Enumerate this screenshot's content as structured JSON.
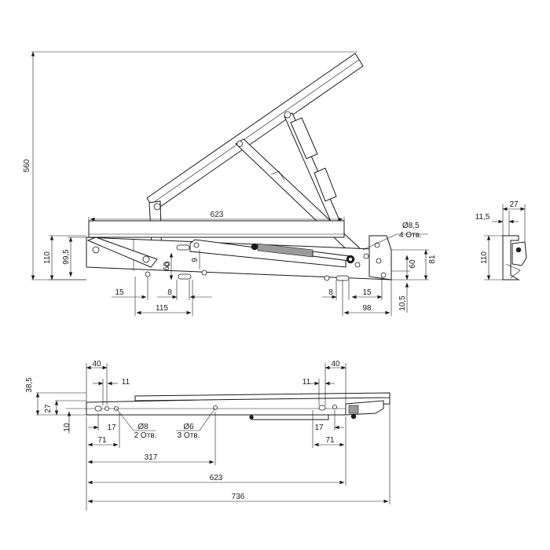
{
  "dims": {
    "top_height": "560",
    "top_110": "110",
    "top_99_5": "99,5",
    "top_623": "623",
    "top_60_left": "60",
    "top_9": "9",
    "top_15_left": "15",
    "top_8_left": "8",
    "top_115": "115",
    "top_hole_dia": "Ø8,5",
    "top_hole_count": "4 Отв.",
    "top_81": "81",
    "top_60_right": "60",
    "top_8_right": "8",
    "top_15_right": "15",
    "top_98": "98",
    "top_10_5": "10,5",
    "side_11_5": "11,5",
    "side_27": "27",
    "side_110": "110",
    "bot_38_5": "38,5",
    "bot_27": "27",
    "bot_10": "10",
    "bot_40_left": "40",
    "bot_11_left": "11",
    "bot_17_left": "17",
    "bot_71_left": "71",
    "bot_hole8_dia": "Ø8",
    "bot_hole8_count": "2 Отв.",
    "bot_hole6_dia": "Ø6",
    "bot_hole6_count": "3 Отв.",
    "bot_317": "317",
    "bot_623": "623",
    "bot_736": "736",
    "bot_40_right": "40",
    "bot_11_right": "11",
    "bot_17_right": "17",
    "bot_71_right": "71"
  },
  "colors": {
    "line": "#1a1a1a",
    "background": "#ffffff",
    "spring": "#9a9a9a"
  }
}
